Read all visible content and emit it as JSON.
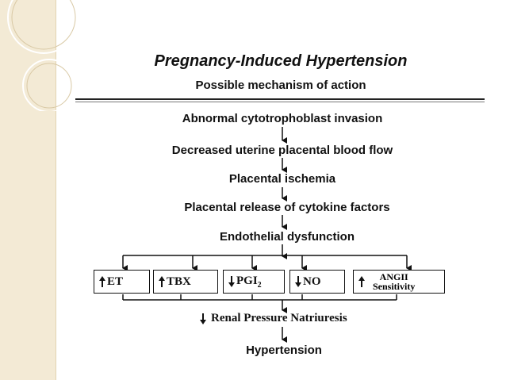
{
  "title": "Pregnancy-Induced Hypertension",
  "subtitle": "Possible mechanism of action",
  "steps": [
    "Abnormal cytotrophoblast invasion",
    "Decreased uterine placental blood flow",
    "Placental ischemia",
    "Placental release of cytokine factors",
    "Endothelial dysfunction"
  ],
  "factors": [
    {
      "label": "ET",
      "direction": "up"
    },
    {
      "label": "TBX",
      "direction": "up"
    },
    {
      "label": "PGI",
      "sub": "2",
      "direction": "down"
    },
    {
      "label": "NO",
      "direction": "down"
    },
    {
      "label_line1": "ANGII",
      "label_line2": "Sensitivity",
      "direction": "up"
    }
  ],
  "renal": {
    "label": "Renal Pressure Natriuresis",
    "direction": "down"
  },
  "outcome": "Hypertension",
  "colors": {
    "left_panel": "#f3ead5",
    "ink": "#111111"
  }
}
